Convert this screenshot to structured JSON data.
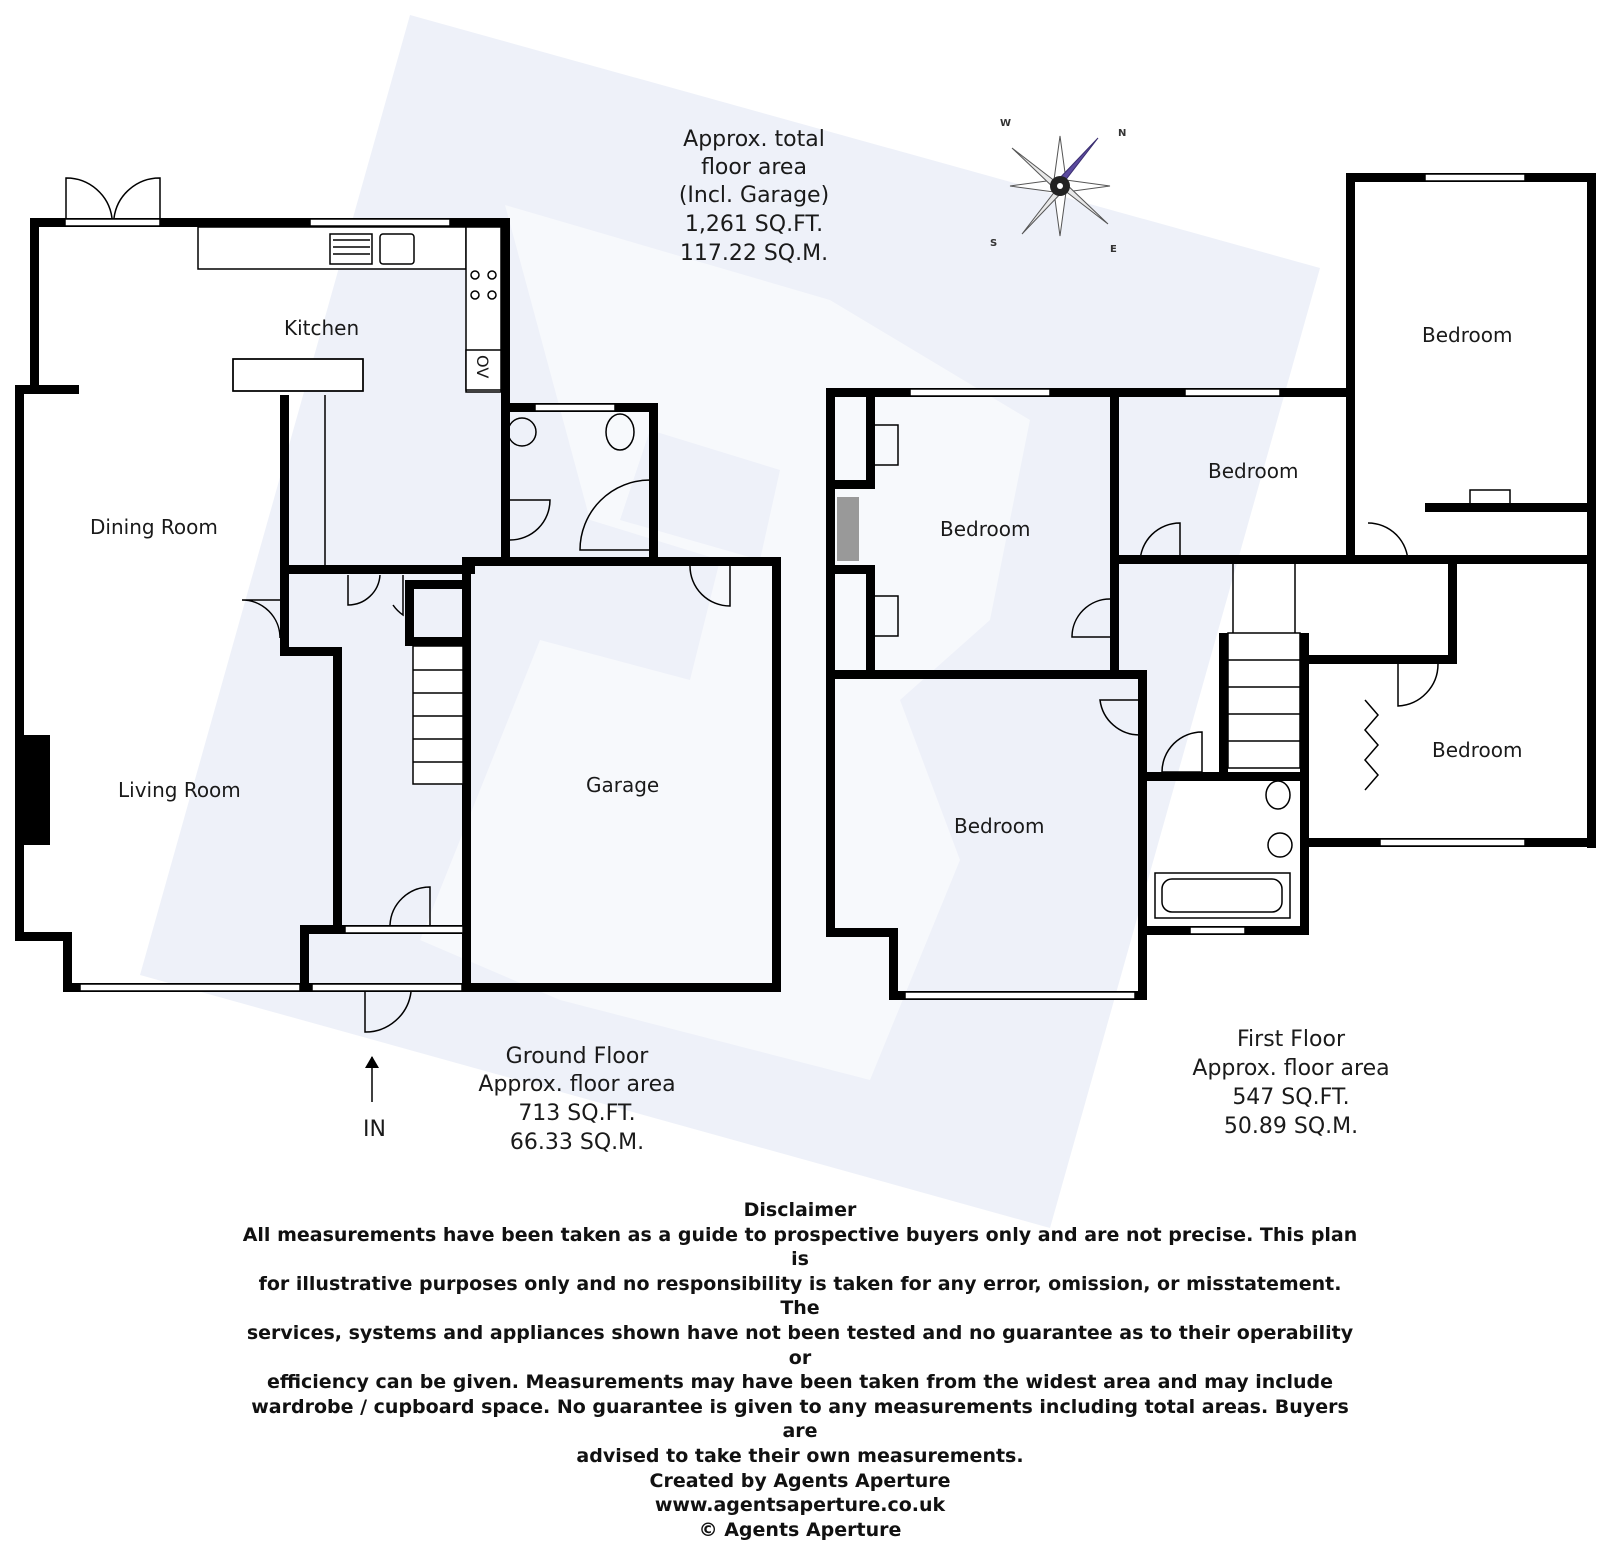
{
  "rooms": {
    "kitchen": "Kitchen",
    "dining_room": "Dining Room",
    "living_room": "Living Room",
    "garage": "Garage",
    "bedroom_1": "Bedroom",
    "bedroom_2": "Bedroom",
    "bedroom_3": "Bedroom",
    "bedroom_4": "Bedroom",
    "bedroom_5": "Bedroom",
    "oven_label": "OV"
  },
  "total_area": {
    "line1": "Approx. total",
    "line2": "floor area",
    "line3": "(Incl. Garage)",
    "sqft": "1,261 SQ.FT.",
    "sqm": "117.22 SQ.M."
  },
  "ground_floor": {
    "title": "Ground Floor",
    "subtitle": "Approx. floor area",
    "sqft": "713 SQ.FT.",
    "sqm": "66.33 SQ.M."
  },
  "first_floor": {
    "title": "First Floor",
    "subtitle": "Approx. floor area",
    "sqft": "547 SQ.FT.",
    "sqm": "50.89 SQ.M."
  },
  "entrance": {
    "label": "IN"
  },
  "compass": {
    "n": "N",
    "e": "E",
    "s": "S",
    "w": "W",
    "needle_color": "#5b4a9e"
  },
  "disclaimer": {
    "title": "Disclaimer",
    "line1": "All measurements have been taken as a guide to prospective buyers only and are not precise. This plan is",
    "line2": "for illustrative purposes only and no responsibility is taken for any error, omission, or misstatement. The",
    "line3": "services, systems and appliances shown have not been tested and no guarantee as to their operability or",
    "line4": "efficiency can be given. Measurements may have been taken from the widest area and may include",
    "line5": "wardrobe / cupboard space. No guarantee is given to any measurements including total areas. Buyers are",
    "line6": "advised to take their own measurements.",
    "created_by": "Created by Agents Aperture",
    "website": "www.agentsaperture.co.uk",
    "copyright": "© Agents Aperture"
  },
  "colors": {
    "watermark": "#eef1f9",
    "wall": "#000000"
  }
}
